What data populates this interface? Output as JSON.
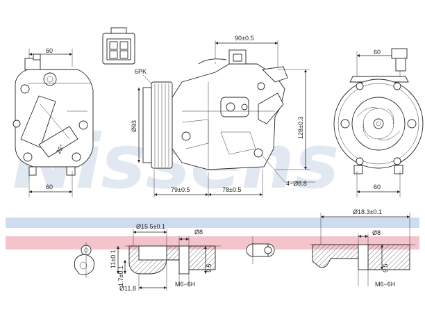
{
  "watermark": "Nissens",
  "colors": {
    "band_blue": "#cddcf0",
    "band_pink": "#f4c4cc",
    "line": "#222222"
  },
  "front_view": {
    "top_width": "60",
    "bottom_width": "60",
    "angle_label": "25°"
  },
  "side_view": {
    "top_span": "90±0.5",
    "belt_label": "6PK",
    "pulley_diameter": "Ø93",
    "height": "128±0.3",
    "left_span": "79±0.5",
    "right_span": "78±0.5",
    "mount_holes": "4−Ø8.8"
  },
  "rear_view": {
    "top_width": "60",
    "bottom_width": "60"
  },
  "left_port": {
    "outer_diameter": "Ø15.5±0.1",
    "hole_diameter": "Ø8",
    "depth": "11±0.1",
    "step": "1.7±0.1",
    "base_diameter": "Ø11.8",
    "thread_depth": "9.5",
    "thread": "M6−6H"
  },
  "right_port": {
    "outer_diameter": "Ø18.3±0.1",
    "hole_diameter": "Ø8",
    "thread_depth": "9.5",
    "thread": "M6−6H"
  }
}
